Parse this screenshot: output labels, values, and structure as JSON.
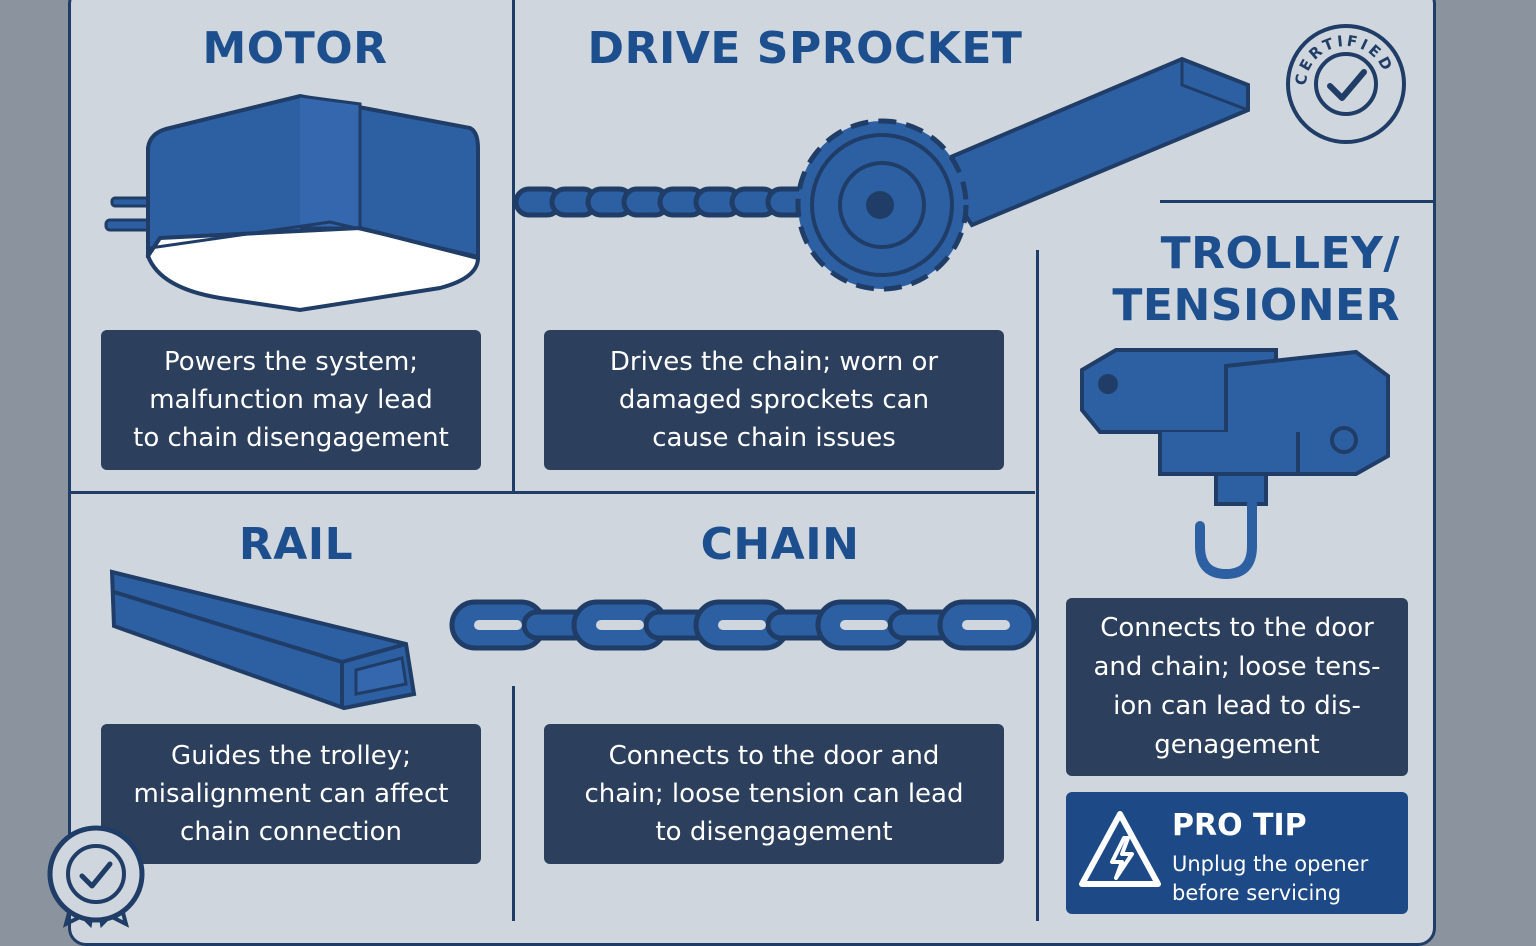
{
  "colors": {
    "heading": "#1d4f8e",
    "panel_bg": "#cfd6dd",
    "desc_box": "#2c3f5c",
    "component": "#2d5fa3",
    "outline": "#1f3d66",
    "pro_tip_bg": "#1d4a86"
  },
  "sections": {
    "motor": {
      "title": "MOTOR",
      "description": "Powers the system;\nmalfunction may lead\nto chain disengagement",
      "icon": "motor-housing-icon"
    },
    "drive_sprocket": {
      "title": "DRIVE SPROCKET",
      "description": "Drives the chain; worn or\ndamaged sprockets can\ncause chain issues",
      "icon": "sprocket-icon"
    },
    "trolley": {
      "title": "TROLLEY/\nTENSIONER",
      "description": "Connects to the door\nand chain; loose tens-\nion can lead to dis-\ngenagement",
      "icon": "trolley-icon"
    },
    "rail": {
      "title": "RAIL",
      "description": "Guides the trolley;\nmisalignment can affect\nchain connection",
      "icon": "rail-icon"
    },
    "chain": {
      "title": "CHAIN",
      "description": "Connects to the door and\nchain; loose tension can lead\nto disengagement",
      "icon": "chain-icon"
    }
  },
  "pro_tip": {
    "title": "PRO TIP",
    "text": "Unplug the opener\nbefore servicing",
    "icon": "high-voltage-warning-icon"
  },
  "badges": {
    "top": {
      "text": "CERTIFIED",
      "icon": "certified-checkmark-icon"
    },
    "bottom": {
      "icon": "award-ribbon-icon"
    }
  }
}
